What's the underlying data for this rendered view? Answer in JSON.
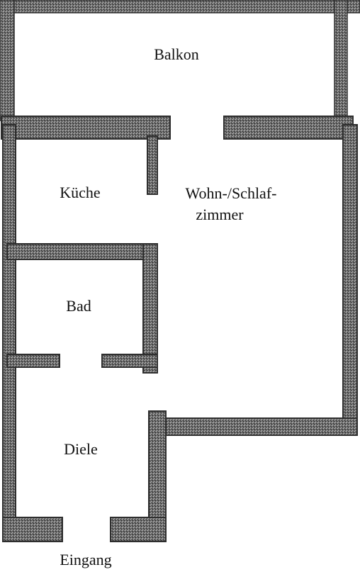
{
  "rooms": {
    "balkon": "Balkon",
    "kueche": "Küche",
    "wohn_line1": "Wohn-/Schlaf-",
    "wohn_line2": "zimmer",
    "bad": "Bad",
    "diele": "Diele",
    "eingang": "Eingang"
  }
}
